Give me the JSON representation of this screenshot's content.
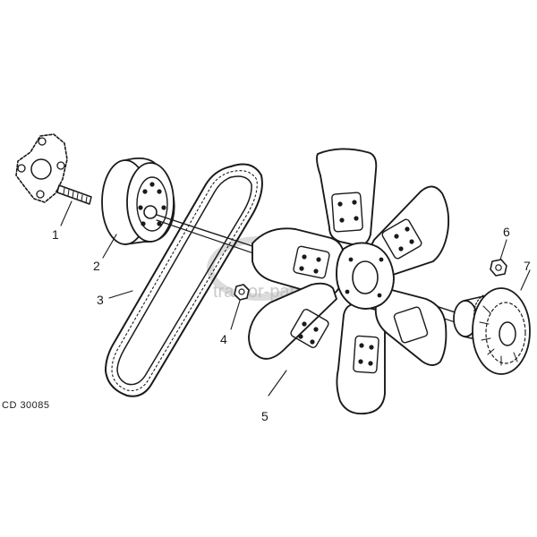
{
  "figure": {
    "reference_code": "CD 30085",
    "watermark": "tractor-parts"
  },
  "callouts": [
    {
      "number": "1",
      "part": "water-pump-hub-stud"
    },
    {
      "number": "2",
      "part": "drive-pulley"
    },
    {
      "number": "3",
      "part": "fan-belt"
    },
    {
      "number": "4",
      "part": "nut"
    },
    {
      "number": "5",
      "part": "fan-blade"
    },
    {
      "number": "6",
      "part": "nut"
    },
    {
      "number": "7",
      "part": "fan-drive-clutch"
    }
  ]
}
